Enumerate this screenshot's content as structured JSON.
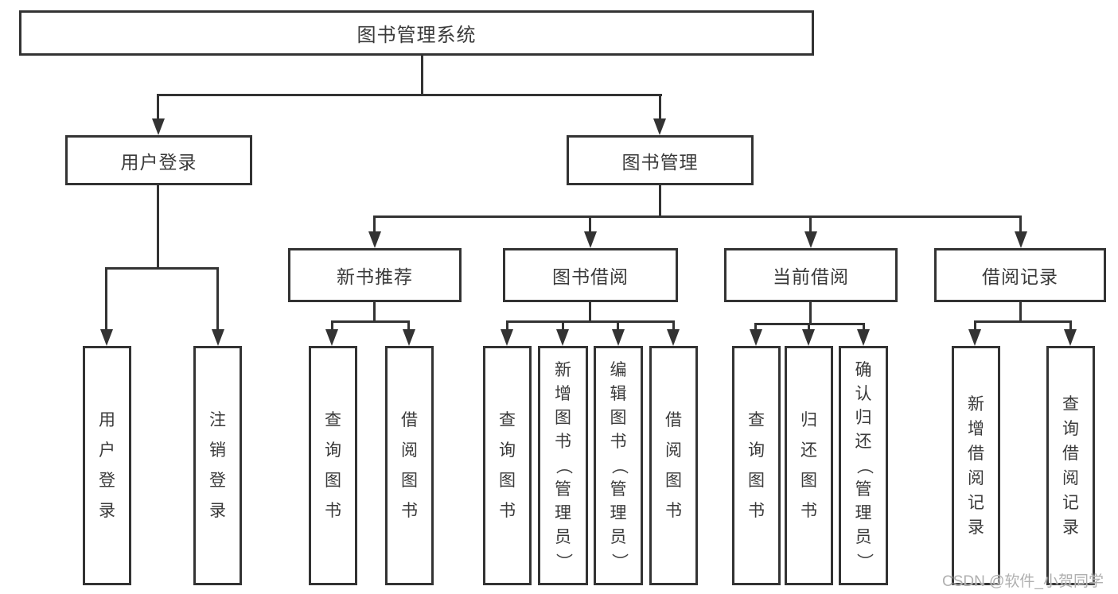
{
  "diagram": {
    "title": "图书管理系统",
    "nodes": {
      "root": {
        "label": "图书管理系统"
      },
      "user_login": {
        "label": "用户登录"
      },
      "book_mgmt": {
        "label": "图书管理"
      },
      "new_book_rec": {
        "label": "新书推荐"
      },
      "book_borrow": {
        "label": "图书借阅"
      },
      "current_borrow": {
        "label": "当前借阅"
      },
      "borrow_record": {
        "label": "借阅记录"
      },
      "leaf_user_login": {
        "label": "用户登录"
      },
      "leaf_logout": {
        "label": "注销登录"
      },
      "leaf_query_book_rec": {
        "label": "查询图书"
      },
      "leaf_borrow_book_rec": {
        "label": "借阅图书"
      },
      "leaf_query_book_borrow": {
        "label": "查询图书"
      },
      "leaf_add_book": {
        "label": "新增图书（管理员）"
      },
      "leaf_edit_book": {
        "label": "编辑图书（管理员）"
      },
      "leaf_borrow_book_borrow": {
        "label": "借阅图书"
      },
      "leaf_query_book_current": {
        "label": "查询图书"
      },
      "leaf_return_book": {
        "label": "归还图书"
      },
      "leaf_confirm_return": {
        "label": "确认归还（管理员）"
      },
      "leaf_add_borrow_record": {
        "label": "新增借阅记录"
      },
      "leaf_query_borrow_record": {
        "label": "查询借阅记录"
      }
    },
    "edges": [
      "图书管理系统 -> 用户登录",
      "图书管理系统 -> 图书管理",
      "用户登录 -> 用户登录(叶), 注销登录",
      "图书管理 -> 新书推荐, 图书借阅, 当前借阅, 借阅记录",
      "新书推荐 -> 查询图书, 借阅图书",
      "图书借阅 -> 查询图书, 新增图书（管理员）, 编辑图书（管理员）, 借阅图书",
      "当前借阅 -> 查询图书, 归还图书, 确认归还（管理员）",
      "借阅记录 -> 新增借阅记录, 查询借阅记录"
    ],
    "colors": {
      "line": "#333333",
      "text": "#3a3a3a",
      "box_background": "#ffffff",
      "watermark": "#b0b0b0",
      "background": "#ffffff"
    }
  },
  "watermark": {
    "text": "CSDN @软件_小贺同学"
  }
}
